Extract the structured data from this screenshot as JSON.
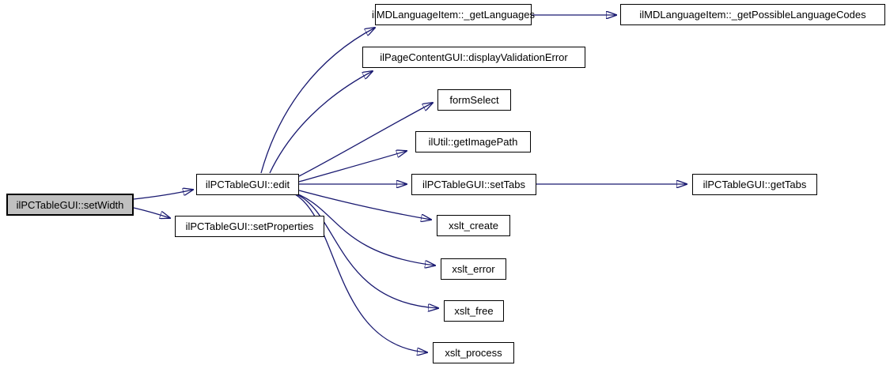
{
  "diagram": {
    "type": "call-graph",
    "colors": {
      "background": "#ffffff",
      "edge": "#191970",
      "node_border": "#000000",
      "node_fill": "#ffffff",
      "highlighted_node_fill": "#c0c0c0",
      "text": "#000000"
    },
    "nodes": [
      {
        "id": "setwidth",
        "label": "ilPCTableGUI::setWidth",
        "highlighted": true
      },
      {
        "id": "edit",
        "label": "ilPCTableGUI::edit"
      },
      {
        "id": "setproperties",
        "label": "ilPCTableGUI::setProperties"
      },
      {
        "id": "getlanguages",
        "label": "ilMDLanguageItem::_getLanguages"
      },
      {
        "id": "getpossiblelanguagecodes",
        "label": "ilMDLanguageItem::_getPossibleLanguageCodes"
      },
      {
        "id": "displayvalidationerror",
        "label": "ilPageContentGUI::displayValidationError"
      },
      {
        "id": "formselect",
        "label": "formSelect"
      },
      {
        "id": "getimagepath",
        "label": "ilUtil::getImagePath"
      },
      {
        "id": "settabs",
        "label": "ilPCTableGUI::setTabs"
      },
      {
        "id": "gettabs",
        "label": "ilPCTableGUI::getTabs"
      },
      {
        "id": "xslt_create",
        "label": "xslt_create"
      },
      {
        "id": "xslt_error",
        "label": "xslt_error"
      },
      {
        "id": "xslt_free",
        "label": "xslt_free"
      },
      {
        "id": "xslt_process",
        "label": "xslt_process"
      }
    ],
    "edges": [
      {
        "from": "ilPCTableGUI::setWidth",
        "to": "ilPCTableGUI::edit"
      },
      {
        "from": "ilPCTableGUI::setWidth",
        "to": "ilPCTableGUI::setProperties"
      },
      {
        "from": "ilPCTableGUI::edit",
        "to": "ilMDLanguageItem::_getLanguages"
      },
      {
        "from": "ilPCTableGUI::edit",
        "to": "ilPageContentGUI::displayValidationError"
      },
      {
        "from": "ilPCTableGUI::edit",
        "to": "formSelect"
      },
      {
        "from": "ilPCTableGUI::edit",
        "to": "ilUtil::getImagePath"
      },
      {
        "from": "ilPCTableGUI::edit",
        "to": "ilPCTableGUI::setTabs"
      },
      {
        "from": "ilPCTableGUI::edit",
        "to": "xslt_create"
      },
      {
        "from": "ilPCTableGUI::edit",
        "to": "xslt_error"
      },
      {
        "from": "ilPCTableGUI::edit",
        "to": "xslt_free"
      },
      {
        "from": "ilPCTableGUI::edit",
        "to": "xslt_process"
      },
      {
        "from": "ilMDLanguageItem::_getLanguages",
        "to": "ilMDLanguageItem::_getPossibleLanguageCodes"
      },
      {
        "from": "ilPCTableGUI::setTabs",
        "to": "ilPCTableGUI::getTabs"
      }
    ]
  }
}
